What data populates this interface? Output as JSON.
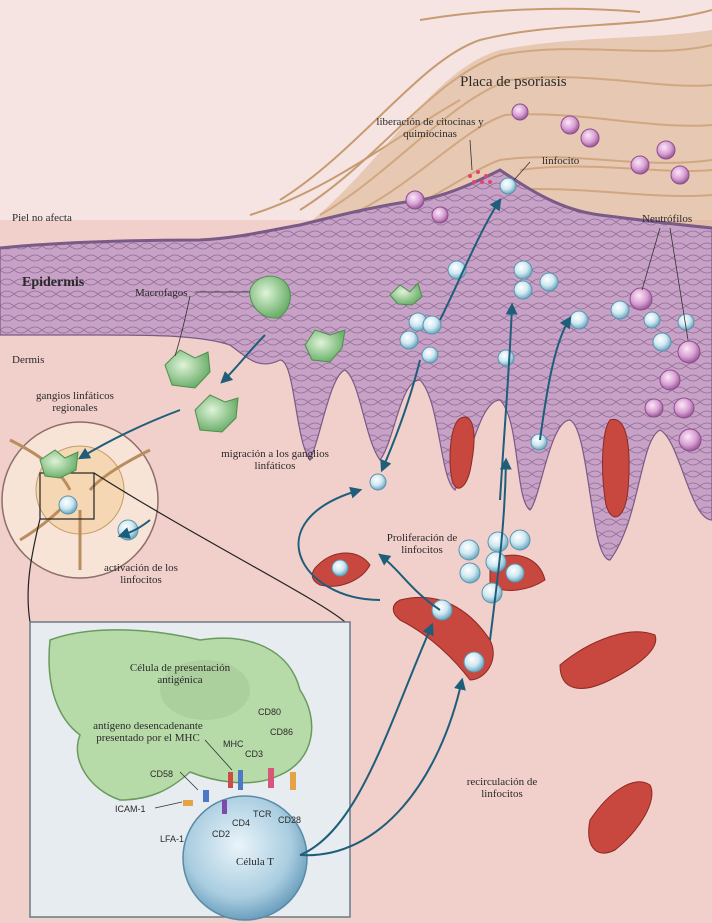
{
  "labels": {
    "placa": "Placa de psoriasis",
    "liberacion": "liberación de citocinas y quimiocinas",
    "linfocito": "linfocito",
    "piel_no_afecta": "Piel no afecta",
    "neutrofilos": "Neutrófilos",
    "epidermis": "Epidermis",
    "macrofagos": "Macrofagos",
    "dermis": "Dermis",
    "ganglios": "gangios linfáticos regionales",
    "migracion": "migración a los ganglios linfáticos",
    "proliferacion": "Proliferación de linfocitos",
    "activacion": "activación de los linfocitos",
    "celula_presentacion": "Célula de presentación antigénica",
    "antigeno": "antígeno desencadenante presentado por el MHC",
    "recirculacion": "recirculación de linfocitos",
    "celula_t": "Célula T",
    "cd80": "CD80",
    "cd86": "CD86",
    "mhc": "MHC",
    "cd3": "CD3",
    "cd58": "CD58",
    "icam1": "ICAM-1",
    "lfa1": "LFA-1",
    "cd2": "CD2",
    "cd4": "CD4",
    "tcr": "TCR",
    "cd28": "CD28"
  },
  "colors": {
    "dermis": "#f1cfcb",
    "epidermis": "#c9a3c6",
    "scales": "#cfa27a",
    "macrophage": "#9fd39b",
    "lymphocyte": "#bfe0ec",
    "neutrophil": "#d99ad0",
    "vessel": "#c8473f",
    "arrow": "#1f5e7a",
    "inset_bg": "#e8eef2"
  }
}
